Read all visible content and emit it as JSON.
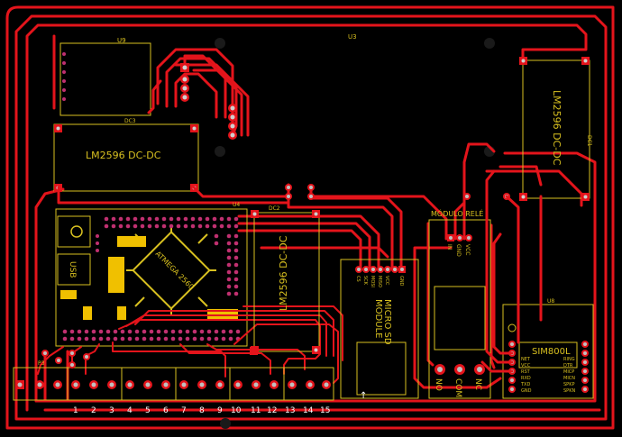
{
  "board": {
    "title": "ATmega2560 control board with SIM800L, relay and SD card",
    "colors": {
      "background": "#000000",
      "copper": "#e4141b",
      "silkscreen": "#d8c020",
      "pad_finish": "#cfcfcf",
      "text_white": "#ffffff",
      "header_pins": "#c03070"
    }
  },
  "labels": {
    "u3": "U3",
    "u9": "U9",
    "dc3": "DC3",
    "dc3_module": "LM2596 DC-DC",
    "dc1": "DC1",
    "dc1_module": "LM2596 DC-DC",
    "dc2": "DC2",
    "dc2_module": "LM2596 DC-DC",
    "u4": "U4",
    "mcu": "ATMEGA 2560",
    "usb": "USB",
    "relay_title": "MÓDULO RELÉ",
    "relay_pins": [
      "IN",
      "GND",
      "VCC"
    ],
    "relay_terminals": [
      "NO",
      "COM",
      "NC"
    ],
    "sd_title_line1": "MICRO SD",
    "sd_title_line2": "MODULE",
    "sd_pins": [
      "CS",
      "SCK",
      "MOSI",
      "MISO",
      "VCC",
      "GND"
    ],
    "gsm_ref": "U8",
    "gsm_name": "SIM800L",
    "gsm_left_pins": [
      "NET",
      "VCC",
      "RST",
      "RXD",
      "TXD",
      "GND"
    ],
    "gsm_right_pins": [
      "RING",
      "DTR",
      "MICP",
      "MICN",
      "SPKP",
      "SPKN"
    ],
    "p3": "P3",
    "terminal_numbers": [
      "1",
      "2",
      "3",
      "4",
      "5",
      "6",
      "7",
      "8",
      "9",
      "10",
      "11",
      "12",
      "13",
      "14",
      "15"
    ]
  }
}
